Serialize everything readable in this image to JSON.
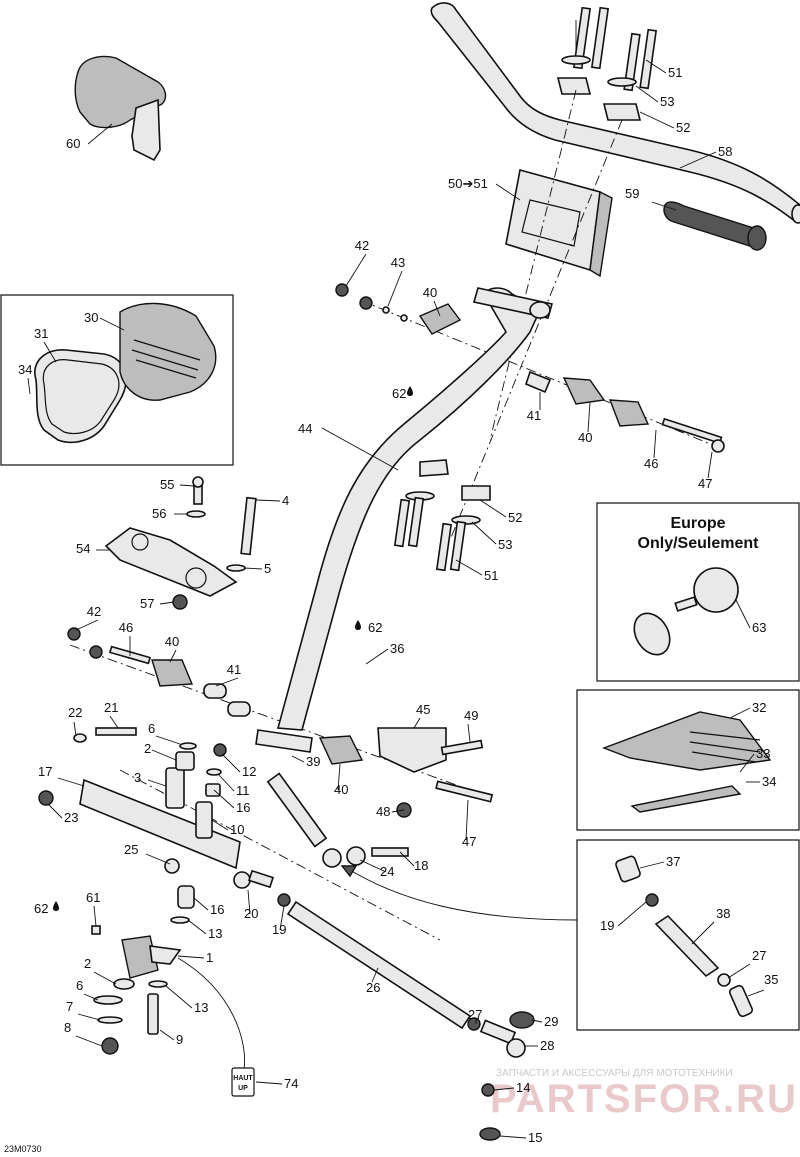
{
  "callouts": [
    {
      "id": "c51a",
      "text": "51"
    },
    {
      "id": "c53a",
      "text": "53"
    },
    {
      "id": "c52a",
      "text": "52"
    },
    {
      "id": "c58",
      "text": "58"
    },
    {
      "id": "c5051",
      "text": "50➔51"
    },
    {
      "id": "c59",
      "text": "59"
    },
    {
      "id": "c60",
      "text": "60"
    },
    {
      "id": "c42a",
      "text": "42"
    },
    {
      "id": "c43",
      "text": "43"
    },
    {
      "id": "c40a",
      "text": "40"
    },
    {
      "id": "c30",
      "text": "30"
    },
    {
      "id": "c31",
      "text": "31"
    },
    {
      "id": "c34a",
      "text": "34"
    },
    {
      "id": "c62a",
      "text": "62"
    },
    {
      "id": "c41a",
      "text": "41"
    },
    {
      "id": "c40b",
      "text": "40"
    },
    {
      "id": "c46a",
      "text": "46"
    },
    {
      "id": "c47a",
      "text": "47"
    },
    {
      "id": "c44",
      "text": "44"
    },
    {
      "id": "c52b",
      "text": "52"
    },
    {
      "id": "c53b",
      "text": "53"
    },
    {
      "id": "c51b",
      "text": "51"
    },
    {
      "id": "c55",
      "text": "55"
    },
    {
      "id": "c4",
      "text": "4"
    },
    {
      "id": "c56",
      "text": "56"
    },
    {
      "id": "c54",
      "text": "54"
    },
    {
      "id": "c5",
      "text": "5"
    },
    {
      "id": "c57",
      "text": "57"
    },
    {
      "id": "c42b",
      "text": "42"
    },
    {
      "id": "c46b",
      "text": "46"
    },
    {
      "id": "c40c",
      "text": "40"
    },
    {
      "id": "c62b",
      "text": "62"
    },
    {
      "id": "c36",
      "text": "36"
    },
    {
      "id": "c41b",
      "text": "41"
    },
    {
      "id": "c63",
      "text": "63"
    },
    {
      "id": "c22",
      "text": "22"
    },
    {
      "id": "c21",
      "text": "21"
    },
    {
      "id": "c6a",
      "text": "6"
    },
    {
      "id": "c2a",
      "text": "2"
    },
    {
      "id": "c12",
      "text": "12"
    },
    {
      "id": "c11",
      "text": "11"
    },
    {
      "id": "c3",
      "text": "3"
    },
    {
      "id": "c16a",
      "text": "16"
    },
    {
      "id": "c10",
      "text": "10"
    },
    {
      "id": "c17",
      "text": "17"
    },
    {
      "id": "c23",
      "text": "23"
    },
    {
      "id": "c45",
      "text": "45"
    },
    {
      "id": "c49",
      "text": "49"
    },
    {
      "id": "c39",
      "text": "39"
    },
    {
      "id": "c40d",
      "text": "40"
    },
    {
      "id": "c48",
      "text": "48"
    },
    {
      "id": "c47b",
      "text": "47"
    },
    {
      "id": "c32",
      "text": "32"
    },
    {
      "id": "c33",
      "text": "33"
    },
    {
      "id": "c34b",
      "text": "34"
    },
    {
      "id": "c18",
      "text": "18"
    },
    {
      "id": "c24",
      "text": "24"
    },
    {
      "id": "c25",
      "text": "25"
    },
    {
      "id": "c62c",
      "text": "62"
    },
    {
      "id": "c61",
      "text": "61"
    },
    {
      "id": "c16b",
      "text": "16"
    },
    {
      "id": "c20",
      "text": "20"
    },
    {
      "id": "c19a",
      "text": "19"
    },
    {
      "id": "c13a",
      "text": "13"
    },
    {
      "id": "c1",
      "text": "1"
    },
    {
      "id": "c37",
      "text": "37"
    },
    {
      "id": "c19b",
      "text": "19"
    },
    {
      "id": "c38",
      "text": "38"
    },
    {
      "id": "c27a",
      "text": "27"
    },
    {
      "id": "c35",
      "text": "35"
    },
    {
      "id": "c2b",
      "text": "2"
    },
    {
      "id": "c6b",
      "text": "6"
    },
    {
      "id": "c13b",
      "text": "13"
    },
    {
      "id": "c7",
      "text": "7"
    },
    {
      "id": "c8",
      "text": "8"
    },
    {
      "id": "c9",
      "text": "9"
    },
    {
      "id": "c26",
      "text": "26"
    },
    {
      "id": "c27b",
      "text": "27"
    },
    {
      "id": "c29",
      "text": "29"
    },
    {
      "id": "c28",
      "text": "28"
    },
    {
      "id": "c74",
      "text": "74"
    },
    {
      "id": "c14",
      "text": "14"
    },
    {
      "id": "c15",
      "text": "15"
    }
  ],
  "europe_box": {
    "line1": "Europe",
    "line2": "Only/Seulement"
  },
  "badge": {
    "line1": "HAUT",
    "line2": "UP"
  },
  "diagram_code": "23M0730",
  "watermark": {
    "line1": "ЗАПЧАСТИ И АКСЕССУАРЫ ДЛЯ МОТОТЕХНИКИ",
    "line2": "PARTSFOR.RU"
  },
  "icons": {
    "oil_drop": "oil-drop-icon",
    "arrow": "arrow-right-icon"
  }
}
